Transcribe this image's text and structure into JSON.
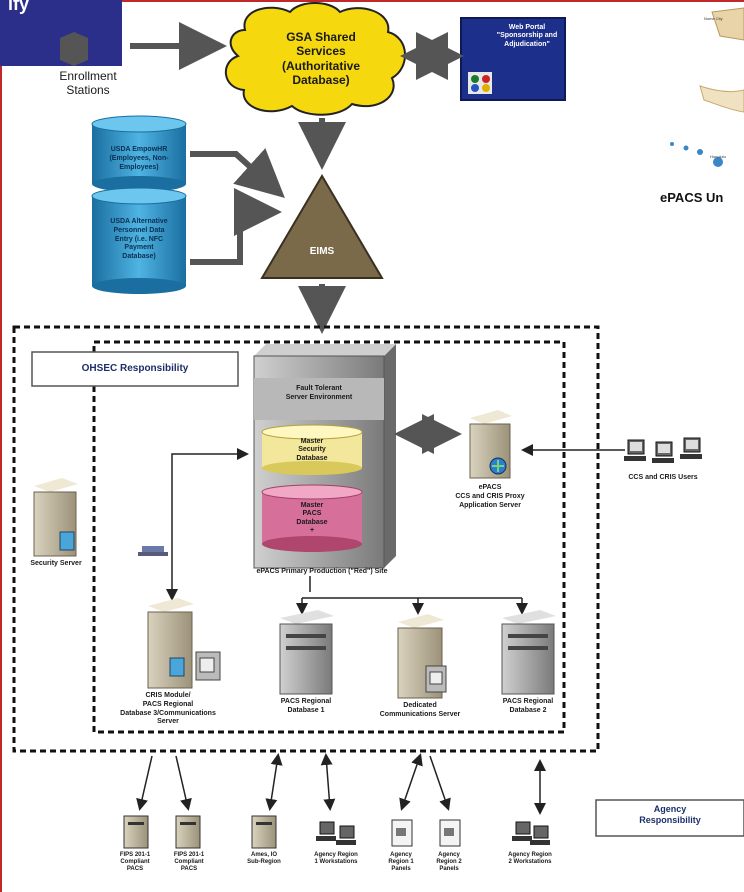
{
  "corner_tab": {
    "text": "ify",
    "color": "#2b2f8a"
  },
  "enrollment": {
    "label": "Enrollment Stations"
  },
  "gsa": {
    "line1": "GSA Shared",
    "line2": "Services",
    "line3": "(Authoritative",
    "line4": "Database)"
  },
  "web_portal": {
    "line1": "Web Portal",
    "line2": "\"Sponsorship and",
    "line3": "Adjudication\""
  },
  "usda_empowhr": {
    "line1": "USDA EmpowHR",
    "line2": "(Employees, Non-",
    "line3": "Employees)"
  },
  "usda_alt": {
    "line1": "USDA Alternative",
    "line2": "Personnel Data",
    "line3": "Entry (i.e. NFC",
    "line4": "Payment",
    "line5": "Database)"
  },
  "eims": {
    "label": "EIMS"
  },
  "map": {
    "label": "ePACS Un",
    "city1": "Nome City",
    "city2": "Honolulu"
  },
  "ohsec": {
    "label": "OHSEC Responsibility"
  },
  "server_env": {
    "line1": "Fault Tolerant",
    "line2": "Server Environment"
  },
  "master_security": {
    "line1": "Master",
    "line2": "Security",
    "line3": "Database"
  },
  "master_pacs": {
    "line1": "Master",
    "line2": "PACS",
    "line3": "Database",
    "line4": "+"
  },
  "primary_site": {
    "label": "ePACS Primary Production (\"Red\") Site"
  },
  "proxy": {
    "line1": "ePACS",
    "line2": "CCS and CRIS Proxy",
    "line3": "Application Server"
  },
  "ccs_users": {
    "label": "CCS and CRIS Users"
  },
  "security_server": {
    "label": "Security Server"
  },
  "cris": {
    "line1": "CRIS Module/",
    "line2": "PACS Regional",
    "line3": "Database 3/Communications",
    "line4": "Server"
  },
  "pacs_db1": {
    "line1": "PACS Regional",
    "line2": "Database 1"
  },
  "dedicated": {
    "line1": "Dedicated",
    "line2": "Communications Server"
  },
  "pacs_db2": {
    "line1": "PACS Regional",
    "line2": "Database 2"
  },
  "agency": {
    "line1": "Agency",
    "line2": "Responsibility"
  },
  "bottom": [
    {
      "line1": "FIPS 201-1",
      "line2": "Compliant",
      "line3": "PACS"
    },
    {
      "line1": "FIPS 201-1",
      "line2": "Compliant",
      "line3": "PACS"
    },
    {
      "line1": "Ames, IO",
      "line2": "Sub-Region",
      "line3": ""
    },
    {
      "line1": "Agency Region",
      "line2": "1 Workstations",
      "line3": ""
    },
    {
      "line1": "Agency",
      "line2": "Region 1",
      "line3": "Panels"
    },
    {
      "line1": "Agency",
      "line2": "Region 2",
      "line3": "Panels"
    },
    {
      "line1": "Agency Region",
      "line2": "2 Workstations",
      "line3": ""
    }
  ]
}
